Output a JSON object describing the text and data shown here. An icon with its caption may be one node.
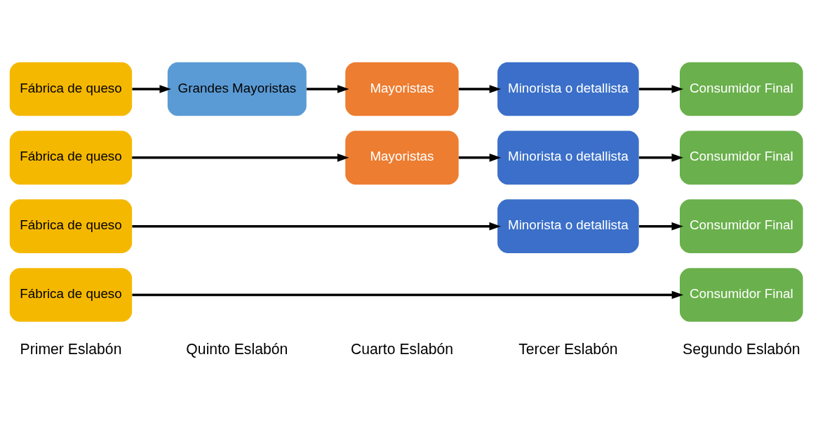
{
  "diagram": {
    "nodes": [
      {
        "text": [
          "Fábrica de queso"
        ]
      },
      {
        "text": [
          "Consumidor Final"
        ]
      },
      {
        "text": [
          "Fábrica de queso"
        ]
      },
      {
        "text": [
          "Minorista o detallista"
        ]
      },
      {
        "text": [
          "Consumidor Final"
        ]
      },
      {
        "text": [
          "Fábrica de queso"
        ]
      },
      {
        "text": [
          "Mayoristas"
        ]
      },
      {
        "text": [
          "Minorista o detallista"
        ]
      },
      {
        "text": [
          "Consumidor Final"
        ]
      },
      {
        "text": [
          "Fábrica de queso"
        ]
      },
      {
        "text": [
          "Grandes Mayoristas"
        ]
      },
      {
        "text": [
          "Mayoristas"
        ]
      },
      {
        "text": [
          "Minorista o detallista"
        ]
      },
      {
        "text": [
          "Consumidor Final"
        ]
      }
    ],
    "edges": [
      {
        "from": 0,
        "to": 1,
        "arrow": "to"
      },
      {
        "from": 2,
        "to": 3,
        "arrow": "to"
      },
      {
        "from": 3,
        "to": 4,
        "arrow": "to"
      },
      {
        "from": 5,
        "to": 6,
        "arrow": "to"
      },
      {
        "from": 6,
        "to": 7,
        "arrow": "to"
      },
      {
        "from": 7,
        "to": 8,
        "arrow": "to"
      },
      {
        "from": 9,
        "to": 10,
        "arrow": "to"
      },
      {
        "from": 10,
        "to": 11,
        "arrow": "to"
      },
      {
        "from": 11,
        "to": 12,
        "arrow": "to"
      },
      {
        "from": 12,
        "to": 13,
        "arrow": "to"
      }
    ],
    "labels": [
      "Primer Eslabón",
      "Quinto Eslabón",
      "Cuarto Eslabón",
      "Tercer Eslabón",
      "Segundo Eslabón"
    ]
  }
}
